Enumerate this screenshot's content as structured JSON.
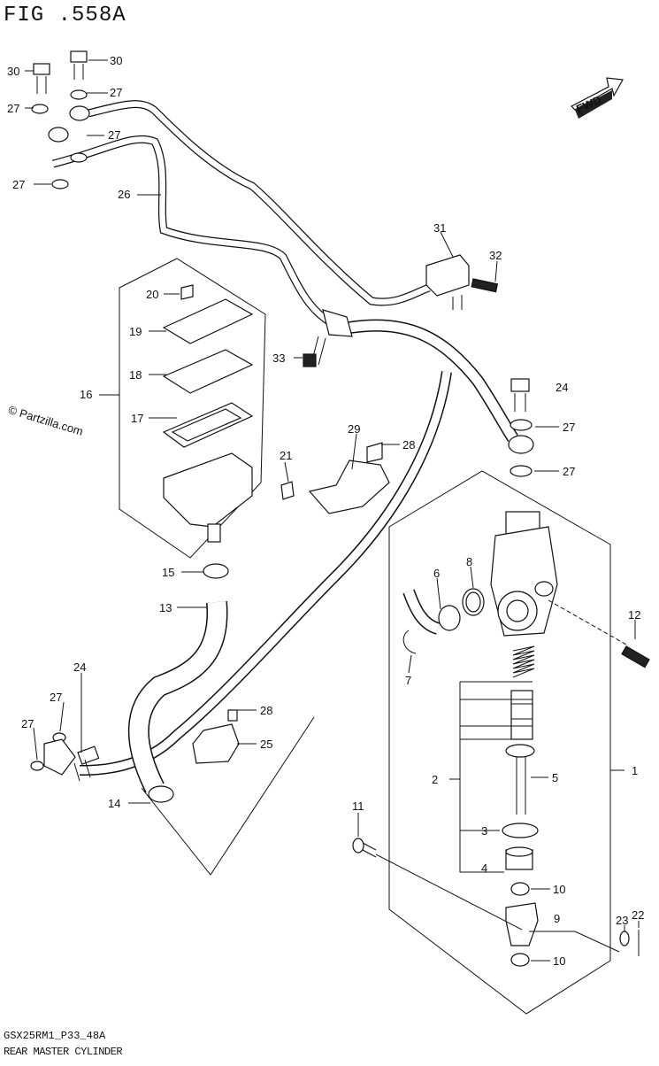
{
  "header": {
    "fig_label": "FIG .558A"
  },
  "footer": {
    "diagram_code": "GSX25RM1_P33_48A",
    "caption": "REAR MASTER CYLINDER"
  },
  "watermark": "© Partzilla.com",
  "fwd_label": "FWD",
  "callouts": [
    {
      "id": "c30a",
      "text": "30"
    },
    {
      "id": "c30b",
      "text": "30"
    },
    {
      "id": "c27a",
      "text": "27"
    },
    {
      "id": "c27b",
      "text": "27"
    },
    {
      "id": "c27c",
      "text": "27"
    },
    {
      "id": "c27d",
      "text": "27"
    },
    {
      "id": "c26",
      "text": "26"
    },
    {
      "id": "c31",
      "text": "31"
    },
    {
      "id": "c32",
      "text": "32"
    },
    {
      "id": "c20",
      "text": "20"
    },
    {
      "id": "c19",
      "text": "19"
    },
    {
      "id": "c18",
      "text": "18"
    },
    {
      "id": "c16",
      "text": "16"
    },
    {
      "id": "c17",
      "text": "17"
    },
    {
      "id": "c33",
      "text": "33"
    },
    {
      "id": "c24a",
      "text": "24"
    },
    {
      "id": "c27e",
      "text": "27"
    },
    {
      "id": "c27f",
      "text": "27"
    },
    {
      "id": "c29",
      "text": "29"
    },
    {
      "id": "c28a",
      "text": "28"
    },
    {
      "id": "c21",
      "text": "21"
    },
    {
      "id": "c15",
      "text": "15"
    },
    {
      "id": "c13",
      "text": "13"
    },
    {
      "id": "c6",
      "text": "6"
    },
    {
      "id": "c8",
      "text": "8"
    },
    {
      "id": "c12",
      "text": "12"
    },
    {
      "id": "c7",
      "text": "7"
    },
    {
      "id": "c24b",
      "text": "24"
    },
    {
      "id": "c27g",
      "text": "27"
    },
    {
      "id": "c27h",
      "text": "27"
    },
    {
      "id": "c28b",
      "text": "28"
    },
    {
      "id": "c25",
      "text": "25"
    },
    {
      "id": "c2",
      "text": "2"
    },
    {
      "id": "c5",
      "text": "5"
    },
    {
      "id": "c1",
      "text": "1"
    },
    {
      "id": "c14",
      "text": "14"
    },
    {
      "id": "c11",
      "text": "11"
    },
    {
      "id": "c3",
      "text": "3"
    },
    {
      "id": "c4",
      "text": "4"
    },
    {
      "id": "c10a",
      "text": "10"
    },
    {
      "id": "c9",
      "text": "9"
    },
    {
      "id": "c23",
      "text": "23"
    },
    {
      "id": "c22",
      "text": "22"
    },
    {
      "id": "c10b",
      "text": "10"
    }
  ]
}
